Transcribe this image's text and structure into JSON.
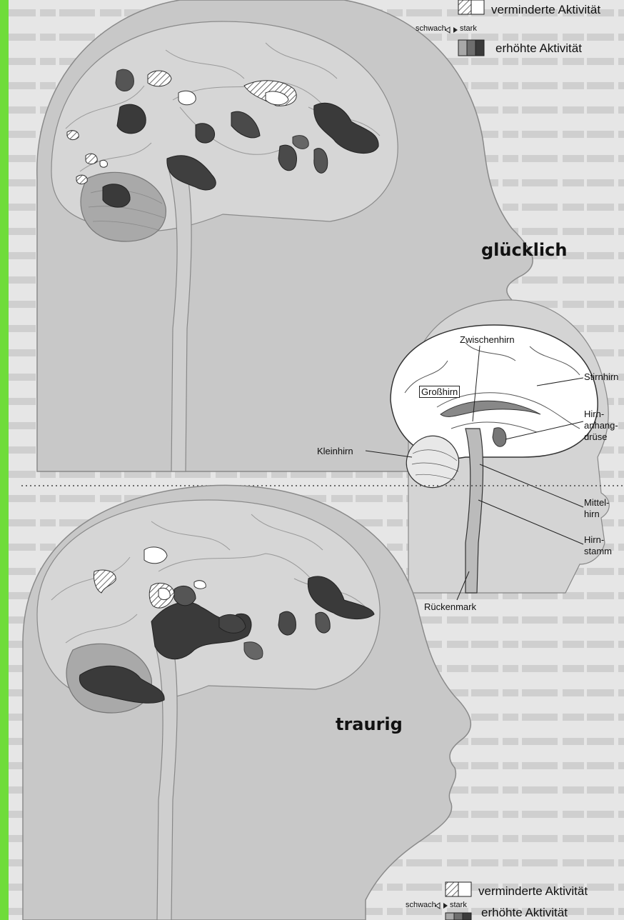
{
  "panels": {
    "happy": {
      "title": "glücklich"
    },
    "sad": {
      "title": "traurig"
    }
  },
  "legend": {
    "decreased": "verminderte Aktivität",
    "weak": "schwach",
    "strong": "stark",
    "increased": "erhöhte Aktivität"
  },
  "anatomy": {
    "diencephalon": "Zwischenhirn",
    "cerebrum": "Großhirn",
    "frontal": "Stirnhirn",
    "pituitary_1": "Hirn-",
    "pituitary_2": "anhang-",
    "pituitary_3": "drüse",
    "cerebellum": "Kleinhirn",
    "midbrain_1": "Mittel-",
    "midbrain_2": "hirn",
    "brainstem_1": "Hirn-",
    "brainstem_2": "stamm",
    "spinal_cord": "Rückenmark"
  },
  "colors": {
    "increased_dark": "#3a3a3a",
    "increased_mid": "#6e6e6e",
    "increased_light": "#a8a8a8",
    "head_fill": "#c9c9c9",
    "page_bg": "#e6e6e6",
    "border": "#6fdc3a"
  }
}
